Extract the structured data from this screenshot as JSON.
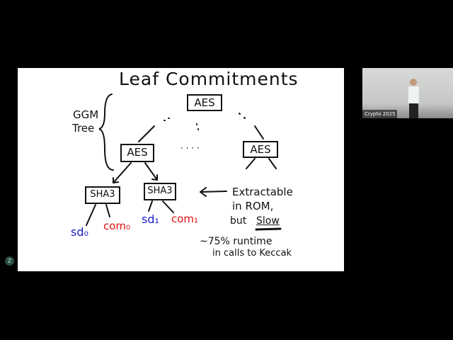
{
  "slide": {
    "title": "Leaf Commitments",
    "ggm_label_1": "GGM",
    "ggm_label_2": "Tree",
    "root_node": "AES",
    "mid_left_node": "AES",
    "mid_right_node": "AES",
    "sha_left": "SHA3",
    "sha_right": "SHA3",
    "sd0": "sd₀",
    "com0": "com₀",
    "sd1": "sd₁",
    "com1": "com₁",
    "ellipsis": "· · · ·",
    "note_1": "Extractable",
    "note_2": "in ROM,",
    "note_3_prefix": "but",
    "note_3_emph": "Slow",
    "note_4": "~75% runtime",
    "note_5": "in calls to Keccak"
  },
  "camera": {
    "label": "Crypto 2025"
  },
  "badge": {
    "icon": "participant-icon",
    "text": "Z"
  },
  "colors": {
    "blue": "#1a1acc",
    "red": "#e01010"
  }
}
